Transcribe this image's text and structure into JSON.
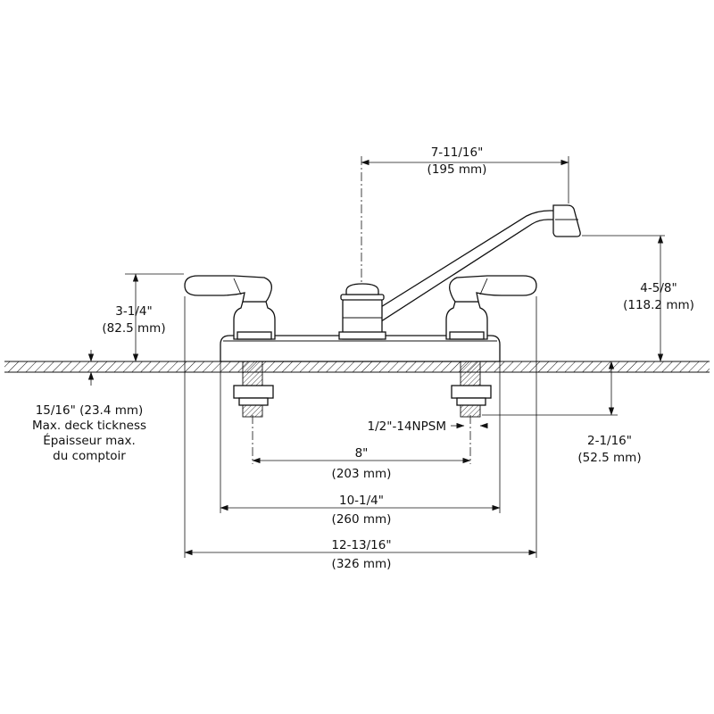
{
  "dimensions": {
    "spout_reach": {
      "imperial": "7-11/16\"",
      "metric": "(195 mm)"
    },
    "spout_height": {
      "imperial": "4-5/8\"",
      "metric": "(118.2 mm)"
    },
    "handle_height": {
      "imperial": "3-1/4\"",
      "metric": "(82.5 mm)"
    },
    "deck_thickness": {
      "imperial": "15/16\" (23.4 mm)",
      "line1": "Max. deck tickness",
      "line2": "Épaisseur max.",
      "line3": "du comptoir"
    },
    "thread": {
      "label": "1/2\"-14NPSM"
    },
    "shank_length": {
      "imperial": "2-1/16\"",
      "metric": "(52.5 mm)"
    },
    "center_spacing": {
      "imperial": "8\"",
      "metric": "(203 mm)"
    },
    "base_width": {
      "imperial": "10-1/4\"",
      "metric": "(260 mm)"
    },
    "overall_width": {
      "imperial": "12-13/16\"",
      "metric": "(326 mm)"
    }
  },
  "colors": {
    "line": "#111111",
    "background": "#ffffff"
  }
}
